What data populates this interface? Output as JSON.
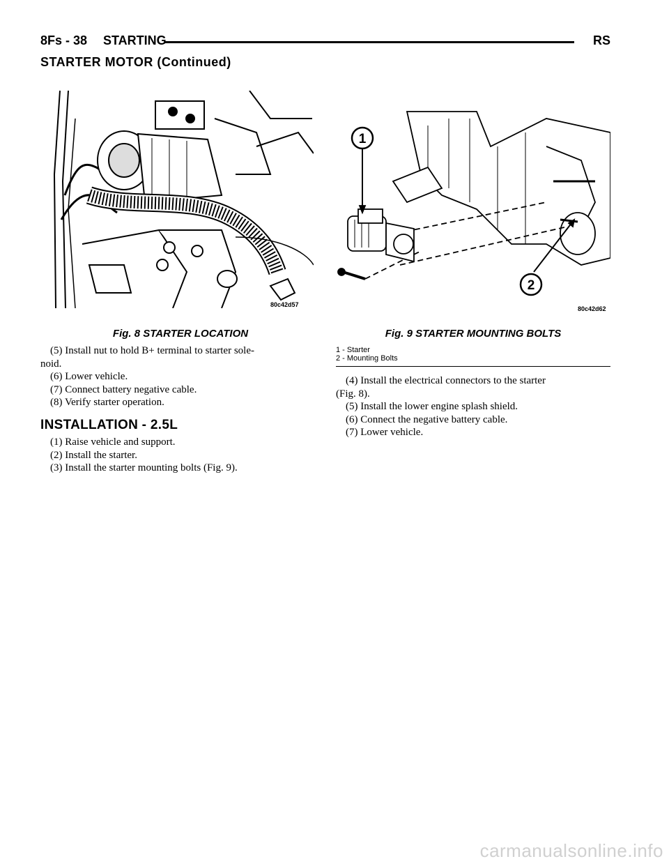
{
  "header": {
    "page": "8Fs - 38",
    "section": "STARTING",
    "right": "RS"
  },
  "continued_title": "STARTER MOTOR (Continued)",
  "figures": {
    "fig8": {
      "caption": "Fig. 8 STARTER LOCATION",
      "code": "80c42d57"
    },
    "fig9": {
      "caption": "Fig. 9 STARTER MOUNTING BOLTS",
      "code": "80c42d62",
      "callouts": [
        "1",
        "2"
      ]
    }
  },
  "legend": [
    "1 - Starter",
    "2 - Mounting Bolts"
  ],
  "left": {
    "step5": "(5) Install nut to hold B+ terminal to starter sole-",
    "step5b": "noid.",
    "step6": "(6) Lower vehicle.",
    "step7": "(7) Connect battery negative cable.",
    "step8": "(8) Verify starter operation.",
    "heading": "INSTALLATION - 2.5L",
    "inst1": "(1) Raise vehicle and support.",
    "inst2": "(2) Install the starter.",
    "inst3": "(3) Install the starter mounting bolts (Fig. 9)."
  },
  "right": {
    "step4a": "(4) Install the electrical connectors to the starter",
    "step4b": "(Fig. 8).",
    "step5": "(5) Install the lower engine splash shield.",
    "step6": "(6) Connect the negative battery cable.",
    "step7": "(7) Lower vehicle."
  },
  "watermark": "carmanualsonline.info"
}
